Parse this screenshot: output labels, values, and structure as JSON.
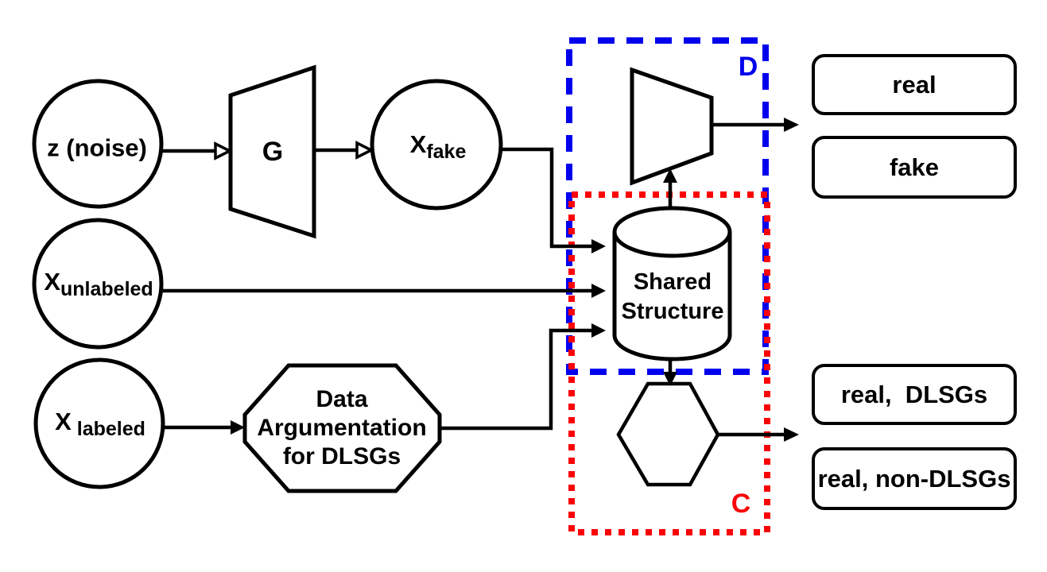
{
  "figure": {
    "background": "#ffffff",
    "line_color": "#000000",
    "nodes": {
      "z_noise": {
        "label": "z (noise)"
      },
      "x_unlabeled": {
        "base": "X",
        "sub": "unlabeled"
      },
      "x_labeled": {
        "base": "X",
        "sub": "labeled"
      },
      "generator": {
        "label": "G"
      },
      "x_fake": {
        "base": "X",
        "sub": "fake"
      },
      "augmentation": {
        "line1": "Data",
        "line2": "Argumentation",
        "line3": "for DLSGs"
      },
      "shared_structure": {
        "line1": "Shared",
        "line2": "Structure"
      }
    },
    "regions": {
      "discriminator": {
        "label": "D",
        "color": "#0000ee",
        "style": "dashed"
      },
      "classifier": {
        "label": "C",
        "color": "#fa0206",
        "style": "dotted"
      }
    },
    "outputs": {
      "real": {
        "label": "real"
      },
      "fake": {
        "label": "fake"
      },
      "real_dlsgs": {
        "label": "real,  DLSGs"
      },
      "real_non_dlsgs": {
        "label": "real, non-DLSGs"
      }
    }
  }
}
